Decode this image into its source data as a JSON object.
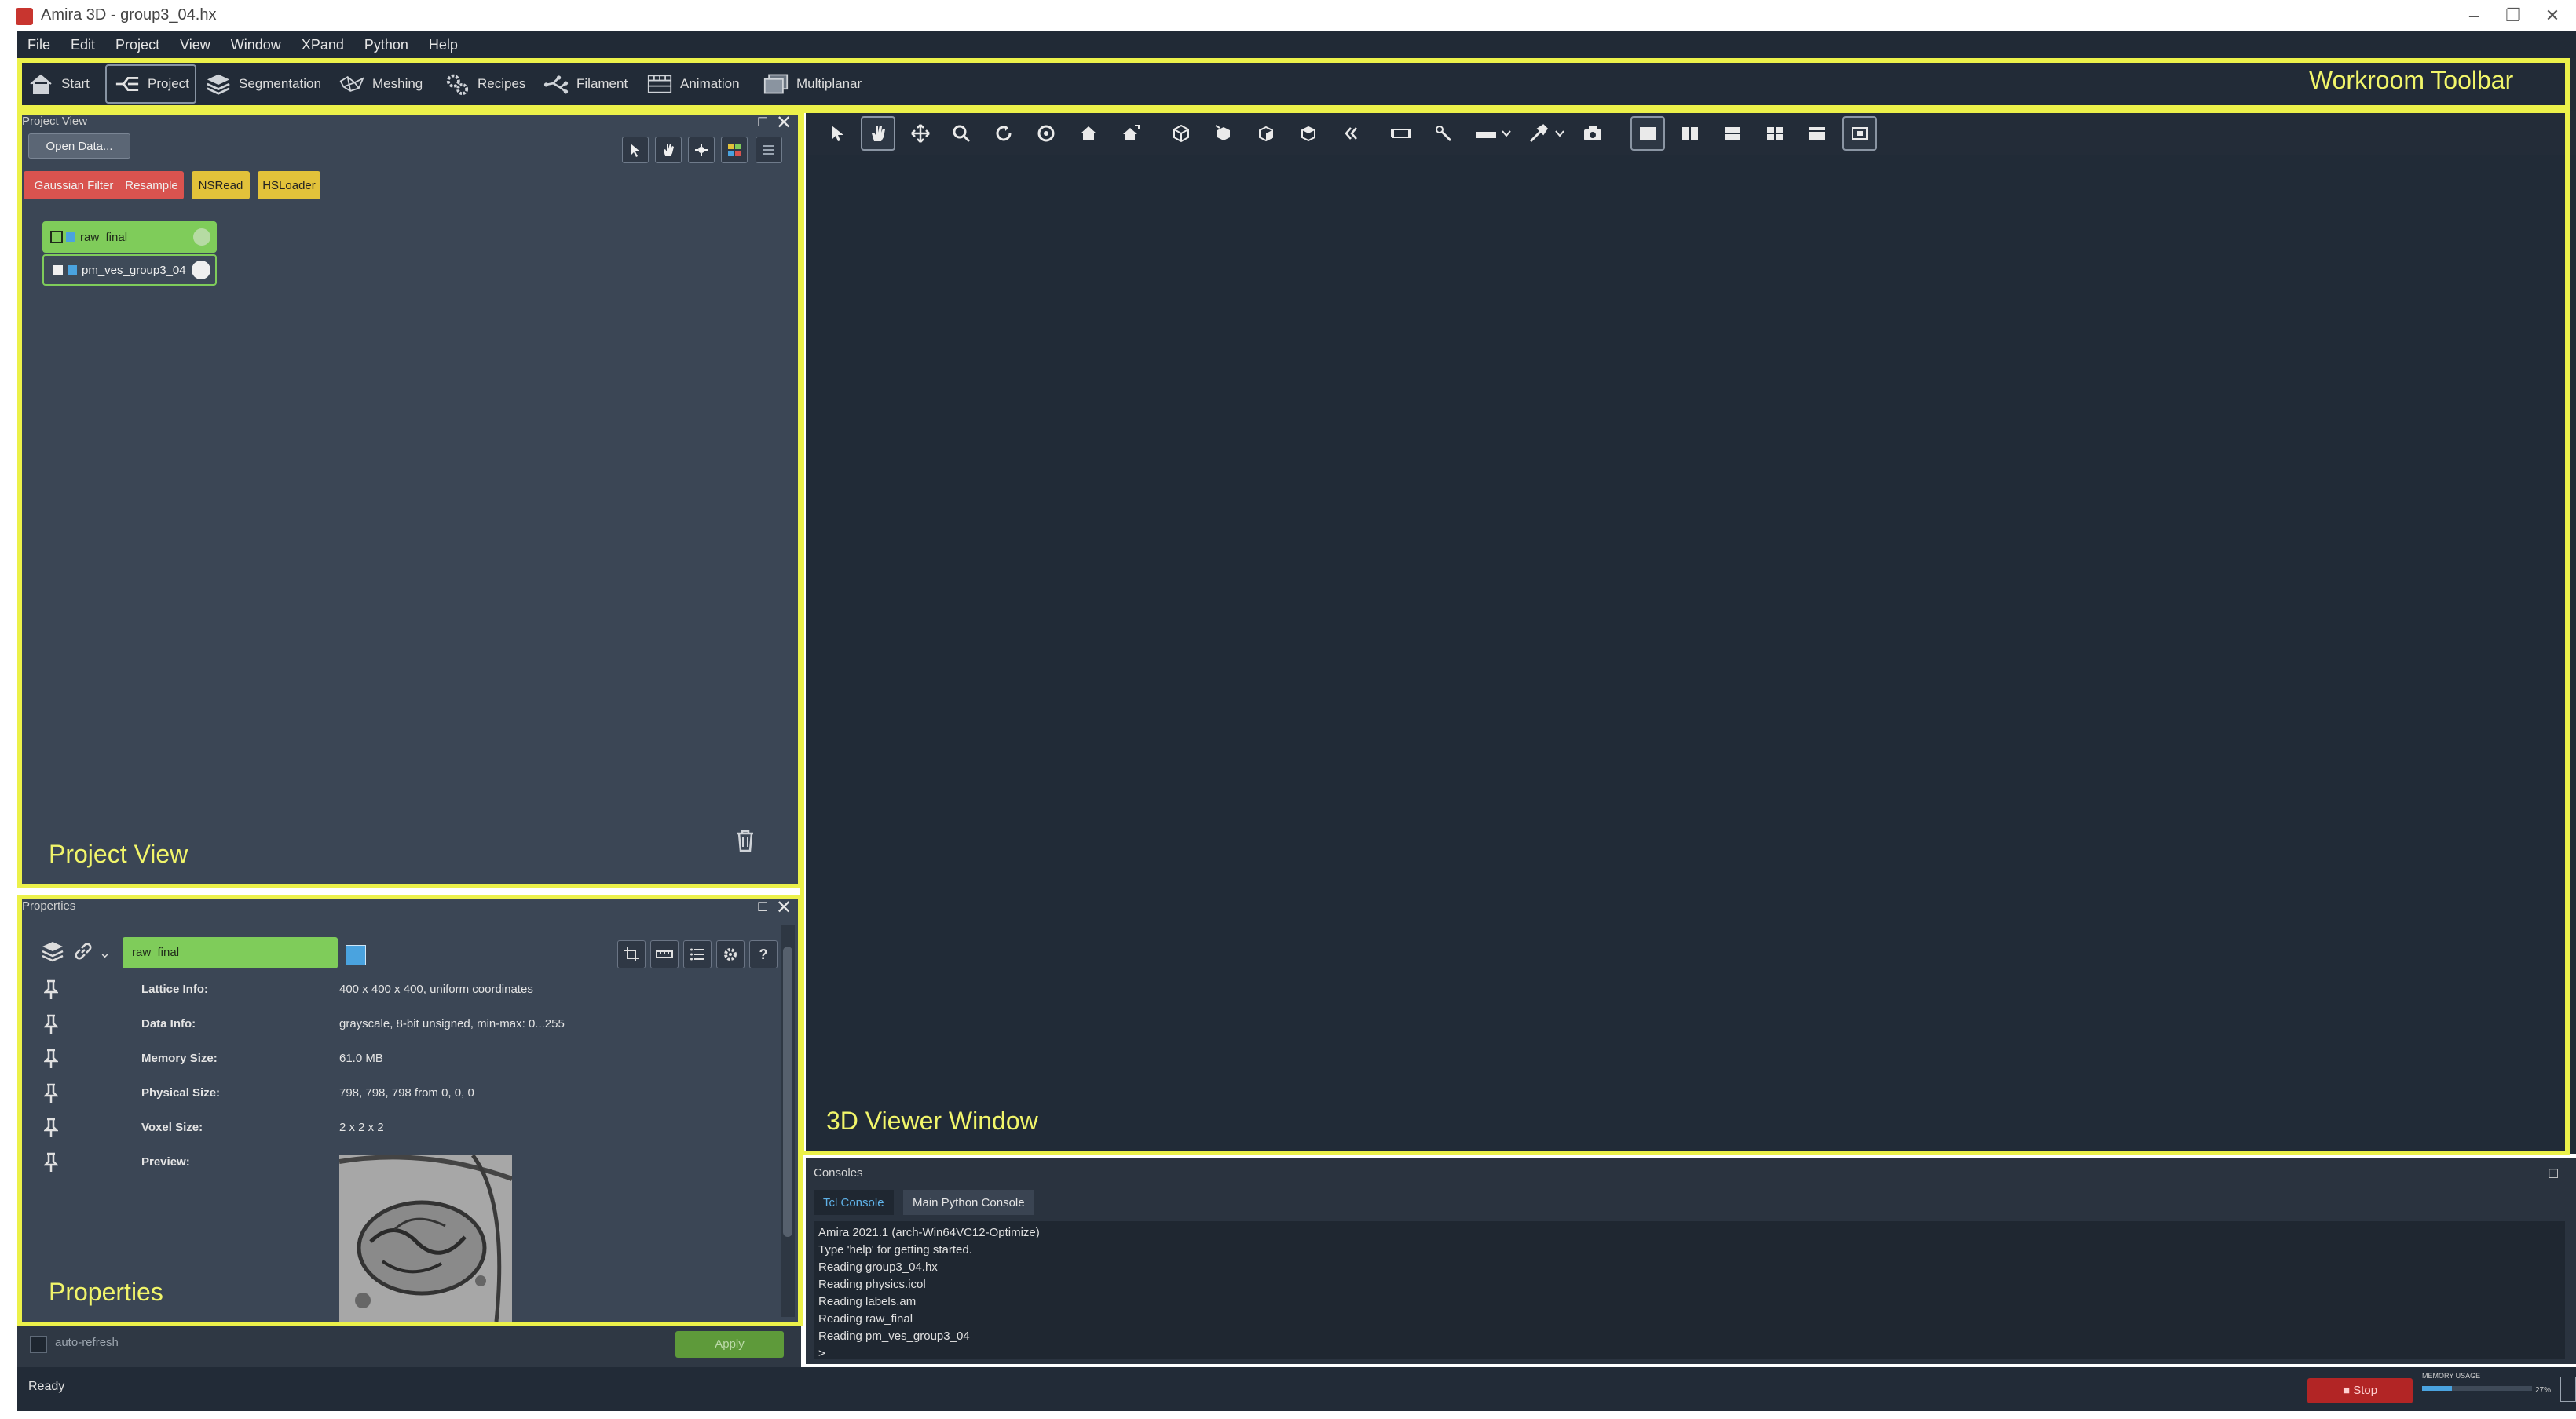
{
  "window": {
    "title": "Amira 3D - group3_04.hx",
    "controls": {
      "minimize": "–",
      "restore": "❐",
      "close": "✕"
    }
  },
  "menubar": [
    "File",
    "Edit",
    "Project",
    "View",
    "Window",
    "XPand",
    "Python",
    "Help"
  ],
  "workroom_toolbar": {
    "buttons": [
      {
        "label": "Start",
        "icon": "home-icon"
      },
      {
        "label": "Project",
        "icon": "project-graph-icon",
        "active": true
      },
      {
        "label": "Segmentation",
        "icon": "layers-icon"
      },
      {
        "label": "Meshing",
        "icon": "mesh-icon"
      },
      {
        "label": "Recipes",
        "icon": "gears-icon"
      },
      {
        "label": "Filament",
        "icon": "filament-icon"
      },
      {
        "label": "Animation",
        "icon": "animation-icon"
      },
      {
        "label": "Multiplanar",
        "icon": "multiplanar-icon"
      }
    ]
  },
  "project_view": {
    "title": "Project View",
    "open_data_label": "Open Data...",
    "quick_modules": [
      {
        "label": "Gaussian Filter",
        "color": "#d9534f"
      },
      {
        "label": "Resample",
        "color": "#d9534f"
      },
      {
        "label": "NSRead",
        "color": "#e2c23a"
      },
      {
        "label": "HSLoader",
        "color": "#e2c23a"
      }
    ],
    "nodes": [
      {
        "label": "raw_final",
        "style": "data",
        "color": "#7fcc5a"
      },
      {
        "label": "pm_ves_group3_04",
        "style": "label",
        "color": "#3e4a58"
      }
    ]
  },
  "properties": {
    "title": "Properties",
    "selected_object": "raw_final",
    "rows": [
      {
        "label": "Lattice Info:",
        "value": "400 x 400 x 400, uniform coordinates"
      },
      {
        "label": "Data Info:",
        "value": "grayscale, 8-bit unsigned, min-max: 0...255"
      },
      {
        "label": "Memory Size:",
        "value": "61.0 MB"
      },
      {
        "label": "Physical Size:",
        "value": "798, 798, 798  from 0, 0, 0"
      },
      {
        "label": "Voxel Size:",
        "value": "2 x 2 x 2"
      },
      {
        "label": "Preview:",
        "value": ""
      }
    ],
    "auto_refresh_label": "auto-refresh",
    "apply_label": "Apply"
  },
  "viewer": {
    "tool_icons": [
      "pointer-icon",
      "hand-icon",
      "move-icon",
      "zoom-icon",
      "rotate-icon",
      "seek-icon",
      "home-icon",
      "set-home-icon",
      "view-all-icon",
      "front-view-icon",
      "side-view-icon",
      "top-view-icon",
      "reset-view-icon",
      "perspective-icon",
      "probe-icon",
      "measure-icon",
      "eyedropper-icon",
      "camera-icon",
      "layout-single-icon",
      "layout-two-vertical-icon",
      "layout-two-horizontal-icon",
      "layout-four-icon",
      "layout-stacked-icon",
      "fit-window-icon"
    ]
  },
  "consoles": {
    "title": "Consoles",
    "tabs": [
      {
        "label": "Tcl Console",
        "active": true
      },
      {
        "label": "Main Python Console",
        "active": false
      }
    ],
    "lines": [
      "Amira 2021.1 (arch-Win64VC12-Optimize)",
      "Type 'help' for getting started.",
      "Reading group3_04.hx",
      "Reading physics.icol",
      "Reading labels.am",
      "Reading raw_final",
      "Reading pm_ves_group3_04",
      ">"
    ]
  },
  "statusbar": {
    "status": "Ready",
    "stop_label": "Stop",
    "memory_label": "MEMORY USAGE",
    "memory_percent": 27,
    "memory_percent_text": "27%"
  },
  "overlays": {
    "workroom_toolbar": "Workroom Toolbar",
    "project_view": "Project View",
    "properties": "Properties",
    "viewer": "3D Viewer Window",
    "color": "#ecf14a"
  }
}
